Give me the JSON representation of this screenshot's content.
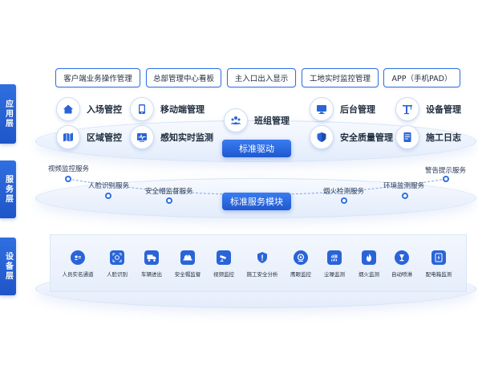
{
  "layers": {
    "application": "应用层",
    "service": "服务层",
    "device": "设备层"
  },
  "top_tags": [
    "客户端业务操作管理",
    "总部管理中心看板",
    "主入口出入显示",
    "工地实时监控管理",
    "APP（手机PAD）"
  ],
  "app_modules": {
    "entry": {
      "label": "入场管控",
      "icon": "home-icon"
    },
    "mobile": {
      "label": "移动端管理",
      "icon": "tablet-icon"
    },
    "team": {
      "label": "班组管理",
      "icon": "team-icon"
    },
    "backend": {
      "label": "后台管理",
      "icon": "monitor-icon"
    },
    "equipment": {
      "label": "设备管理",
      "icon": "crane-icon"
    },
    "area": {
      "label": "区域管控",
      "icon": "map-icon"
    },
    "sensing": {
      "label": "感知实时监测",
      "icon": "pulse-monitor-icon"
    },
    "safety": {
      "label": "安全质量管理",
      "icon": "shield-icon"
    },
    "log": {
      "label": "施工日志",
      "icon": "document-icon"
    }
  },
  "core_driver": "标准驱动",
  "service_core": "标准服务模块",
  "services": {
    "video": "视频监控服务",
    "face": "人脸识别服务",
    "helmet": "安全帽监督服务",
    "smoke": "烟火检测服务",
    "env": "环境监测服务",
    "alarm": "警告提示服务"
  },
  "devices": [
    {
      "label": "人员实名通道",
      "icon": "id-card-icon"
    },
    {
      "label": "人脸识别",
      "icon": "face-scan-icon"
    },
    {
      "label": "车辆进出",
      "icon": "truck-icon"
    },
    {
      "label": "安全帽监督",
      "icon": "helmet-icon"
    },
    {
      "label": "视频监控",
      "icon": "cctv-camera-icon"
    },
    {
      "label": "施工安全分析",
      "icon": "alert-shield-icon"
    },
    {
      "label": "鹰眼监控",
      "icon": "webcam-icon"
    },
    {
      "label": "尘噪监测",
      "icon": "decibel-icon"
    },
    {
      "label": "烟火监测",
      "icon": "fire-icon"
    },
    {
      "label": "自动喷淋",
      "icon": "sprinkler-icon"
    },
    {
      "label": "配电箱监测",
      "icon": "power-box-icon"
    }
  ],
  "colors": {
    "accent": "#2f6fe0",
    "dark_accent": "#1f58cf"
  }
}
